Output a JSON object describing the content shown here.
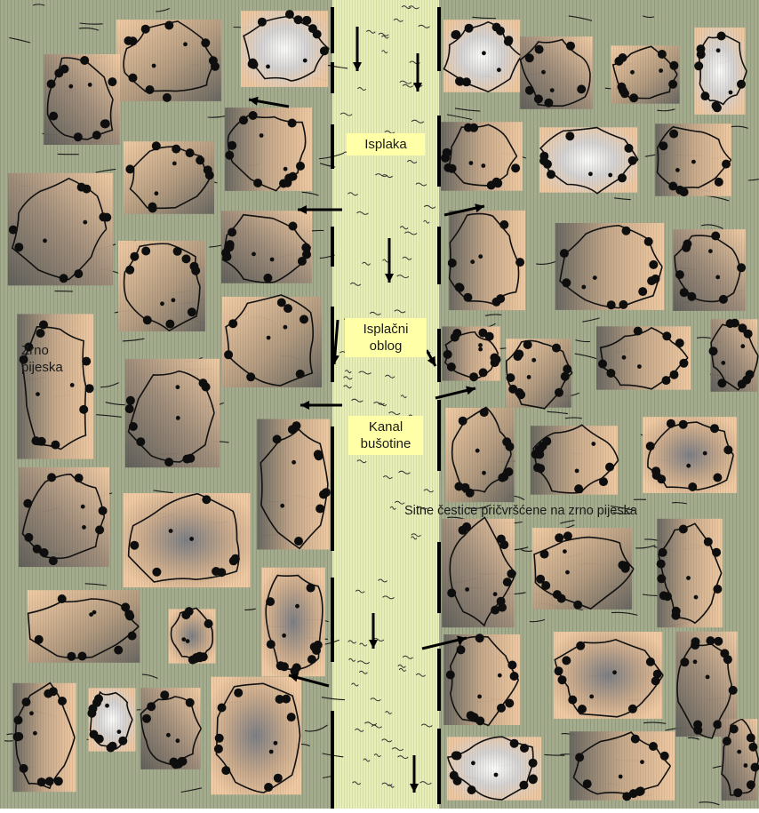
{
  "labels": {
    "isplaka": "Isplaka",
    "isplacni_oblog_1": "Isplačni",
    "isplacni_oblog_2": "oblog",
    "kanal_1": "Kanal",
    "kanal_2": "bušotine",
    "zrno_1": "Zrno",
    "zrno_2": "pijeska",
    "sitne_cestice": "Sitne čestice pričvršćene na zrno pijeska"
  },
  "colors": {
    "formation_bg": "#a5ad8e",
    "well_bg": "#e5ebb4",
    "grain_light": "#f6cda5",
    "grain_dark": "#6b6b66",
    "outline": "#111111",
    "label_box": "#ffffa8"
  },
  "icons": {
    "particle": "black-dot",
    "flow": "arrow"
  }
}
